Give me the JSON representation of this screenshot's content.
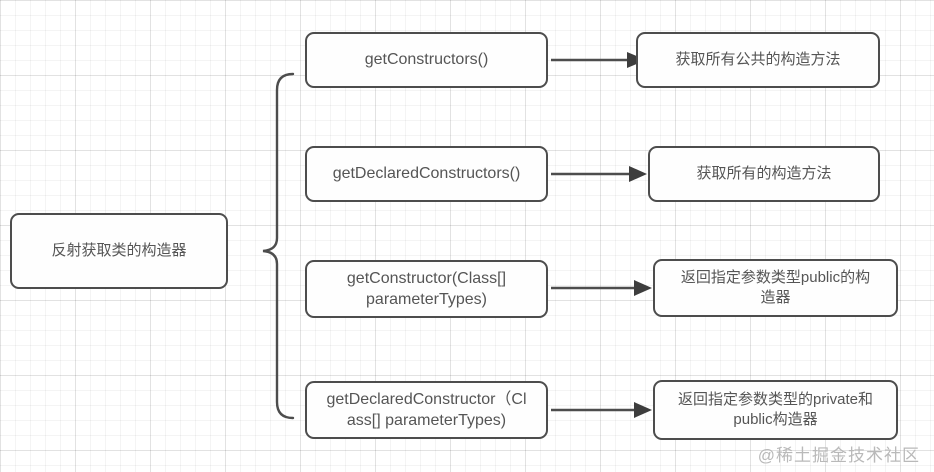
{
  "diagram": {
    "root": {
      "label": "反射获取类的构造器"
    },
    "brace": {
      "icon": "curly-brace-right"
    },
    "rows": [
      {
        "method": "getConstructors()",
        "description": "获取所有公共的构造方法",
        "arrow": "arrow-right"
      },
      {
        "method": "getDeclaredConstructors()",
        "description": "获取所有的构造方法",
        "arrow": "arrow-right"
      },
      {
        "method": "getConstructor(Class[]\nparameterTypes)",
        "description": "返回指定参数类型public的构\n造器",
        "arrow": "arrow-right"
      },
      {
        "method": "getDeclaredConstructor（Cl\nass[] parameterTypes)",
        "description": "返回指定参数类型的private和\npublic构造器",
        "arrow": "arrow-right"
      }
    ]
  },
  "watermark": {
    "text": "@稀土掘金技术社区"
  },
  "colors": {
    "border": "#4d4d4d",
    "text": "#555555",
    "background": "#ffffff",
    "grid": "#ededed",
    "watermark": "#b9b9b9"
  }
}
